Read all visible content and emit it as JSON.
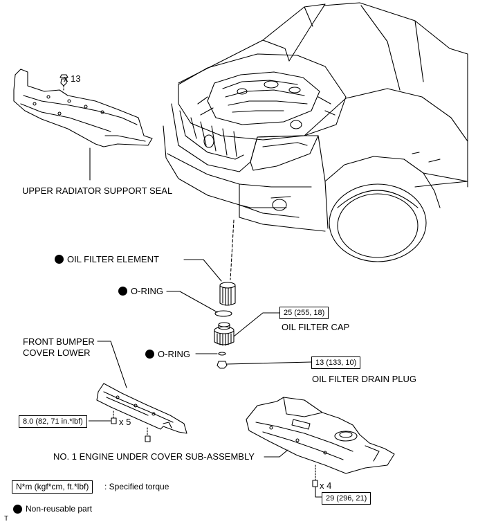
{
  "labels": {
    "upper_radiator_support_seal": "UPPER RADIATOR SUPPORT SEAL",
    "oil_filter_element": "OIL FILTER ELEMENT",
    "o_ring_1": "O-RING",
    "oil_filter_cap": "OIL FILTER CAP",
    "o_ring_2": "O-RING",
    "oil_filter_drain_plug": "OIL FILTER DRAIN PLUG",
    "front_bumper_cover_lower_1": "FRONT BUMPER",
    "front_bumper_cover_lower_2": "COVER LOWER",
    "engine_under_cover": "NO. 1 ENGINE UNDER COVER SUB-ASSEMBLY"
  },
  "quantities": {
    "seal_clips": "x 13",
    "bumper_bolts": "x 5",
    "under_cover_bolts": "x 4"
  },
  "torques": {
    "oil_filter_cap": "25 (255, 18)",
    "drain_plug": "13 (133, 10)",
    "bumper_cover": "8.0 (82, 71 in.*lbf)",
    "under_cover": "29 (296, 21)"
  },
  "legend": {
    "torque_box": "N*m (kgf*cm, ft.*lbf)",
    "torque_desc": ": Specified torque",
    "non_reusable": "Non-reusable part"
  },
  "corner_mark": "T"
}
